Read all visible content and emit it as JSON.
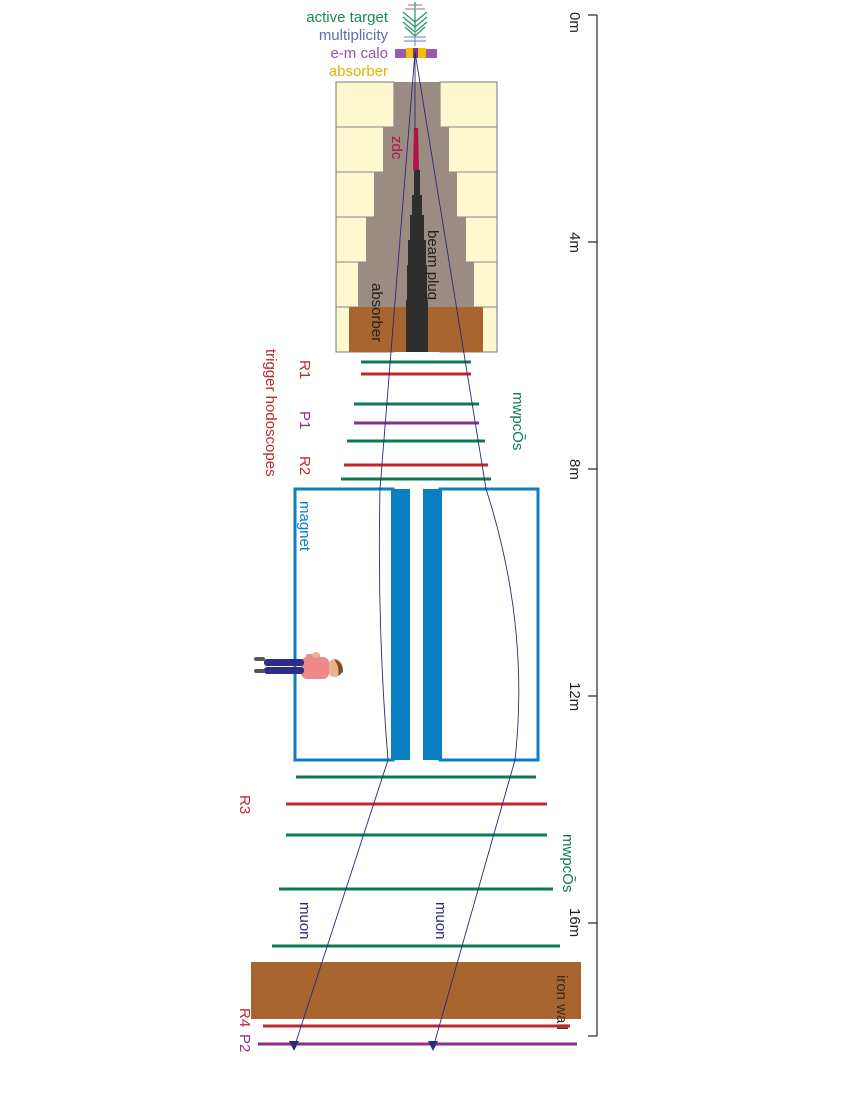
{
  "top_labels": {
    "active_target": "active target",
    "multiplicity": "multiplicity",
    "em_calo": "e-m calo",
    "absorber": "absorber"
  },
  "absorber_region": {
    "zdc": "zdc",
    "beam_plug": "beam plug",
    "absorber": "absorber"
  },
  "planes": {
    "R1": "R1",
    "P1": "P1",
    "R2": "R2",
    "R3": "R3",
    "R4": "R4",
    "P2": "P2"
  },
  "trigger_hodoscopes": "trigger hodoscopes",
  "mwpc_upper": "mwpcÕs",
  "mwpc_lower": "mwpcÕs",
  "magnet": "magnet",
  "muon_left": "muon",
  "muon_right": "muon",
  "iron_wall": "iron wall",
  "scale": {
    "ticks": [
      {
        "label": "0m"
      },
      {
        "label": "4m"
      },
      {
        "label": "8m"
      },
      {
        "label": "12m"
      },
      {
        "label": "16m"
      }
    ]
  },
  "colors": {
    "green": "#0e7a4f",
    "red": "#c0272d",
    "purple": "#8b2f8f",
    "blue": "#0a7fc4",
    "dark_blue": "#2b2b7a",
    "grey": "#998980",
    "brown": "#a9652f",
    "cream": "#fdf8cf",
    "steel": "#6c7fb3",
    "gold": "#f2c200",
    "dark": "#2e2e2e",
    "zdc": "#b3124b"
  }
}
